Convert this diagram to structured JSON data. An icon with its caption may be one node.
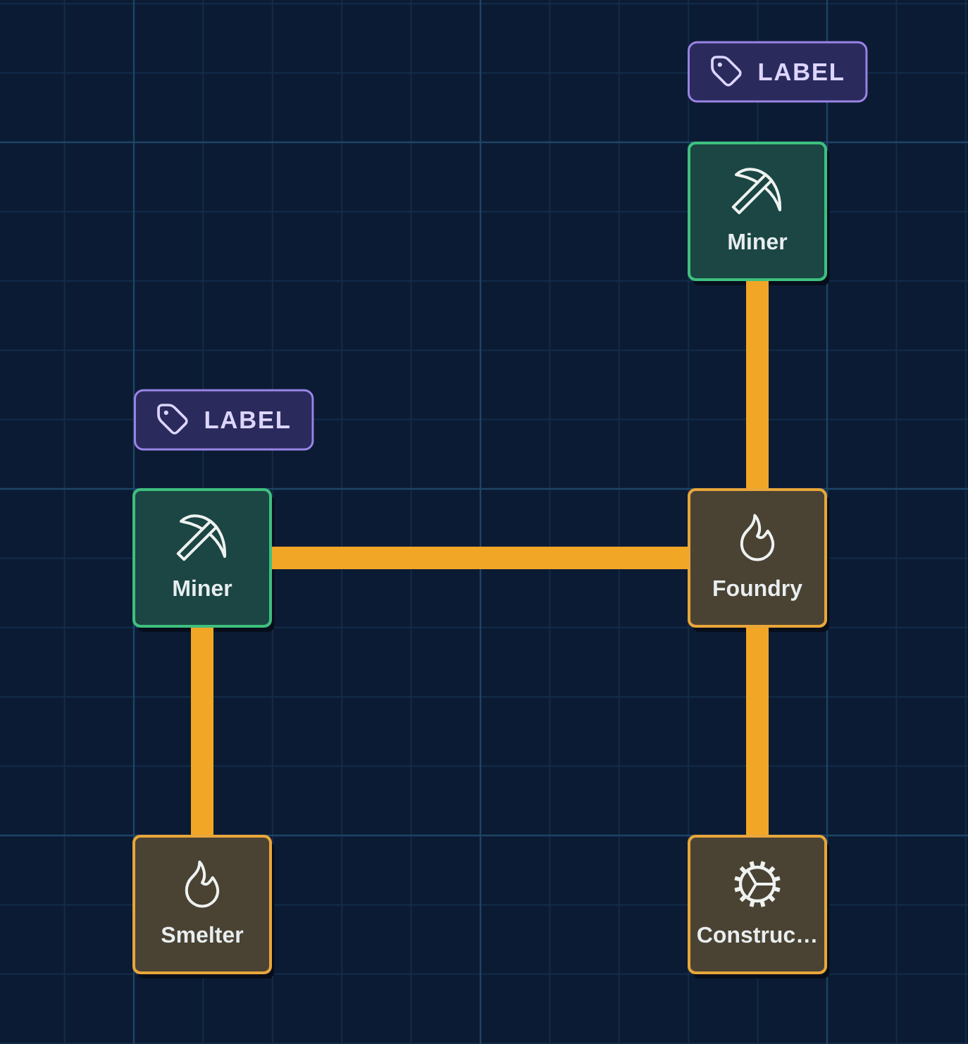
{
  "diagram": {
    "nodes": [
      {
        "text": [
          "LABEL"
        ]
      },
      {
        "text": [
          "Miner"
        ]
      },
      {
        "text": [
          "LABEL"
        ]
      },
      {
        "text": [
          "Miner"
        ]
      },
      {
        "text": [
          "Foundry"
        ]
      },
      {
        "text": [
          "Smelter"
        ]
      },
      {
        "text": [
          "Construc…"
        ]
      }
    ],
    "edges": [
      {
        "from": 1,
        "to": 4,
        "arrow": "none"
      },
      {
        "from": 3,
        "to": 4,
        "arrow": "none"
      },
      {
        "from": 3,
        "to": 5,
        "arrow": "none"
      },
      {
        "from": 4,
        "to": 6,
        "arrow": "none"
      }
    ]
  }
}
